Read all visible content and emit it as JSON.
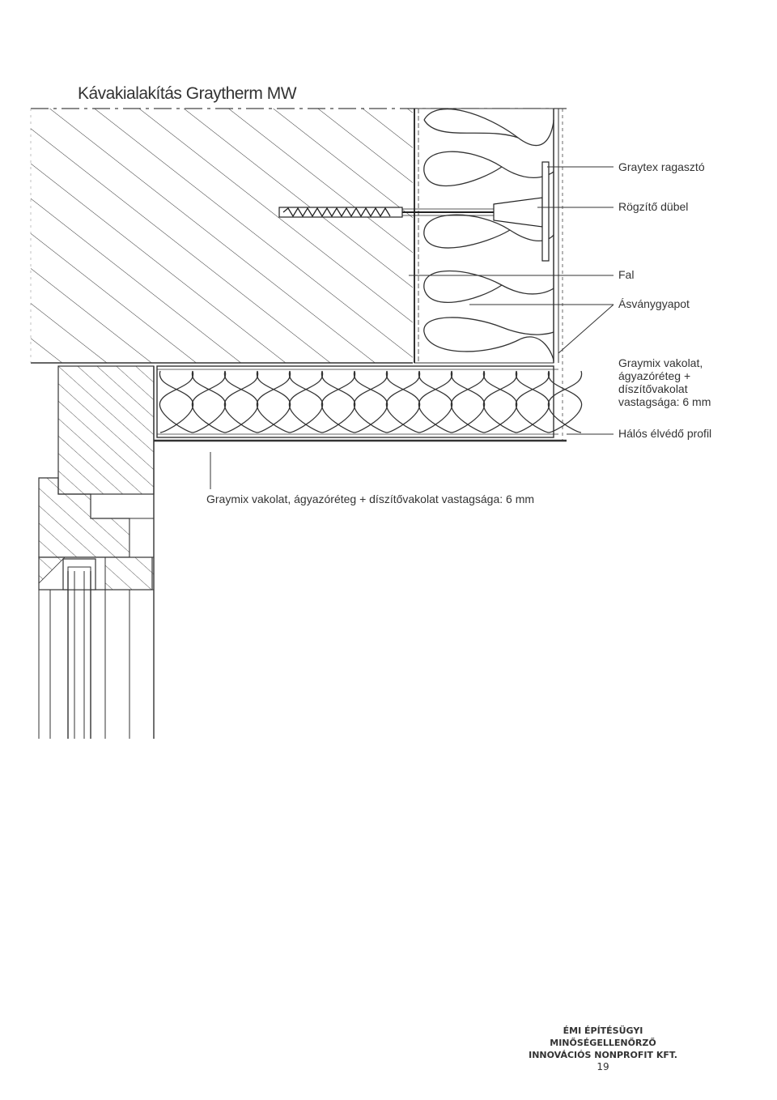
{
  "title": "Kávakialakítás Graytherm MW",
  "callouts": {
    "graytex": "Graytex ragasztó",
    "dubel": "Rögzítő dübel",
    "fal": "Fal",
    "asvanygyapot": "Ásványgyapot",
    "graymix_lines": [
      "Graymix vakolat,",
      "ágyazóréteg +",
      "díszítővakolat",
      "vastagsága: 6 mm"
    ],
    "halos": "Hálós élvédő profil"
  },
  "bottom_label": "Graymix vakolat, ágyazóréteg + díszítővakolat vastagsága: 6 mm",
  "stamp": {
    "lines": [
      "ÉMI ÉPÍTÉSÜGYI",
      "MINŐSÉGELLENŐRZŐ",
      "INNOVÁCIÓS NONPROFIT KFT."
    ],
    "page": "19"
  }
}
